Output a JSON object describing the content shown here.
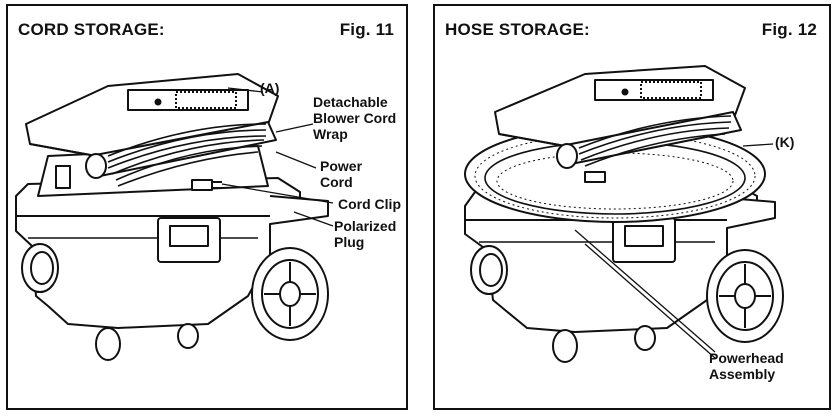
{
  "fig11": {
    "title": "CORD STORAGE:",
    "fig": "Fig. 11",
    "labels": {
      "a": "(A)",
      "detachable_1": "Detachable",
      "detachable_2": "Blower Cord",
      "detachable_3": "Wrap",
      "power_1": "Power",
      "power_2": "Cord",
      "clip": "Cord Clip",
      "polarized_1": "Polarized",
      "polarized_2": "Plug"
    }
  },
  "fig12": {
    "title": "HOSE STORAGE:",
    "fig": "Fig. 12",
    "labels": {
      "k": "(K)",
      "powerhead_1": "Powerhead",
      "powerhead_2": "Assembly"
    }
  }
}
